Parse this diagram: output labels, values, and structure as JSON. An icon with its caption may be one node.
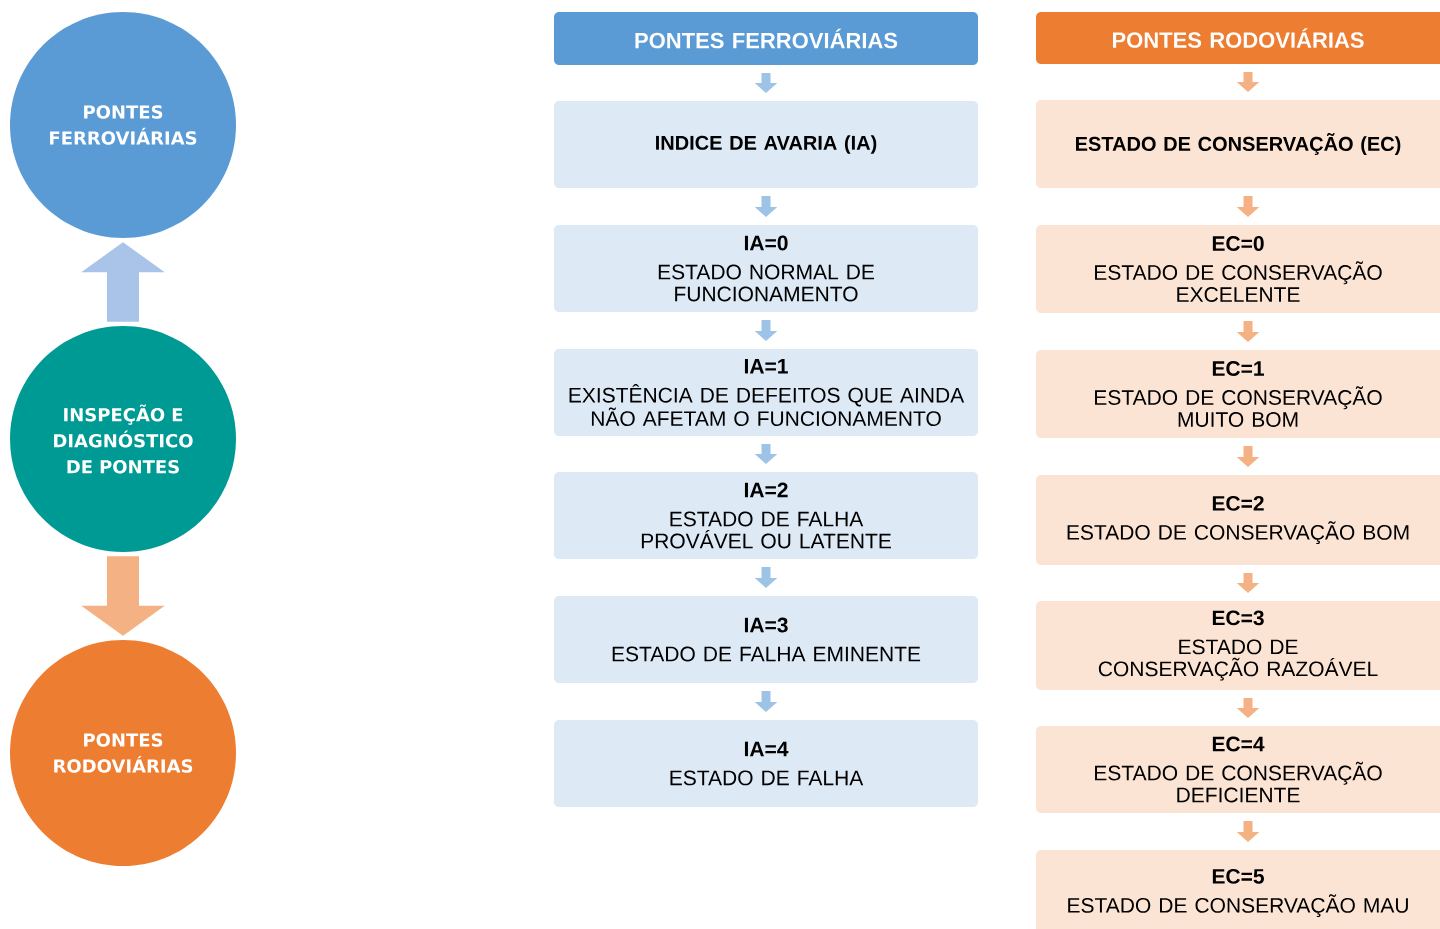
{
  "diagram": {
    "nodes": [
      {
        "text": [
          "PONTES FERROVIÁRIAS"
        ]
      },
      {
        "text": [
          "INSPEÇÃO E DIAGNÓSTICO DE PONTES"
        ]
      },
      {
        "text": [
          "PONTES RODOVIÁRIAS"
        ]
      },
      {
        "text": [
          "PONTES FERROVIÁRIAS"
        ]
      },
      {
        "text": [
          "INDICE DE AVARIA (IA)"
        ]
      },
      {
        "text": [
          "IA=0",
          "ESTADO NORMAL DE FUNCIONAMENTO"
        ]
      },
      {
        "text": [
          "IA=1",
          "EXISTÊNCIA DE DEFEITOS QUE AINDA NÃO AFETAM O FUNCIONAMENTO"
        ]
      },
      {
        "text": [
          "IA=2",
          "ESTADO DE FALHA PROVÁVEL OU LATENTE"
        ]
      },
      {
        "text": [
          "IA=3",
          "ESTADO DE FALHA EMINENTE"
        ]
      },
      {
        "text": [
          "IA=4",
          "ESTADO DE FALHA"
        ]
      },
      {
        "text": [
          "PONTES RODOVIÁRIAS"
        ]
      },
      {
        "text": [
          "ESTADO DE CONSERVAÇÃO (EC)"
        ]
      },
      {
        "text": [
          "EC=0",
          "ESTADO DE CONSERVAÇÃO EXCELENTE"
        ]
      },
      {
        "text": [
          "EC=1",
          "ESTADO DE CONSERVAÇÃO MUITO BOM"
        ]
      },
      {
        "text": [
          "EC=2",
          "ESTADO DE CONSERVAÇÃO BOM"
        ]
      },
      {
        "text": [
          "EC=3",
          "ESTADO DE CONSERVAÇÃO RAZOÁVEL"
        ]
      },
      {
        "text": [
          "EC=4",
          "ESTADO DE CONSERVAÇÃO DEFICIENTE"
        ]
      },
      {
        "text": [
          "EC=5",
          "ESTADO DE CONSERVAÇÃO MAU"
        ]
      }
    ],
    "edges": [
      {
        "from": 1,
        "to": 0,
        "arrow": "to",
        "style": "thick",
        "color": "#a9c4e8"
      },
      {
        "from": 1,
        "to": 2,
        "arrow": "to",
        "style": "thick",
        "color": "#f4b183"
      },
      {
        "from": 3,
        "to": 4,
        "arrow": "to",
        "color": "#9dc3e6"
      },
      {
        "from": 4,
        "to": 5,
        "arrow": "to",
        "color": "#9dc3e6"
      },
      {
        "from": 5,
        "to": 6,
        "arrow": "to",
        "color": "#9dc3e6"
      },
      {
        "from": 6,
        "to": 7,
        "arrow": "to",
        "color": "#9dc3e6"
      },
      {
        "from": 7,
        "to": 8,
        "arrow": "to",
        "color": "#9dc3e6"
      },
      {
        "from": 8,
        "to": 9,
        "arrow": "to",
        "color": "#9dc3e6"
      },
      {
        "from": 10,
        "to": 11,
        "arrow": "to",
        "color": "#f4b183"
      },
      {
        "from": 11,
        "to": 12,
        "arrow": "to",
        "color": "#f4b183"
      },
      {
        "from": 12,
        "to": 13,
        "arrow": "to",
        "color": "#f4b183"
      },
      {
        "from": 13,
        "to": 14,
        "arrow": "to",
        "color": "#f4b183"
      },
      {
        "from": 14,
        "to": 15,
        "arrow": "to",
        "color": "#f4b183"
      },
      {
        "from": 15,
        "to": 16,
        "arrow": "to",
        "color": "#f4b183"
      },
      {
        "from": 16,
        "to": 17,
        "arrow": "to",
        "color": "#f4b183"
      }
    ]
  }
}
